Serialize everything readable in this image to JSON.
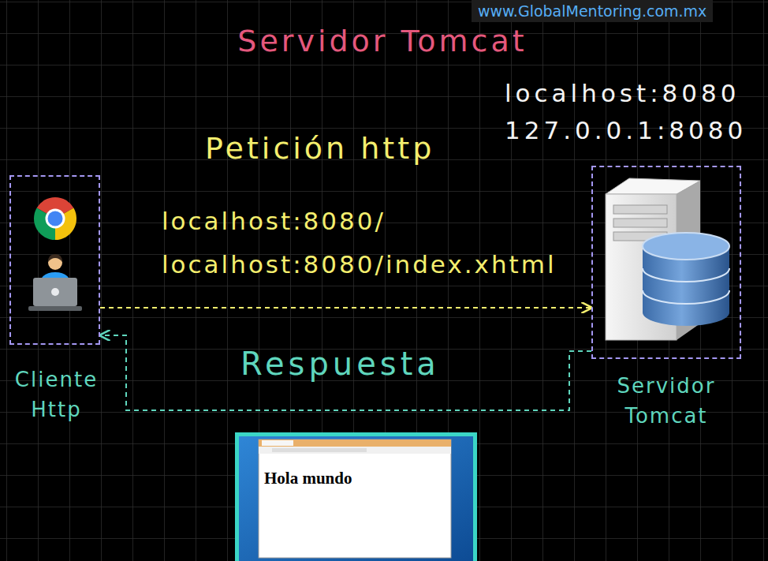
{
  "diagram": {
    "title": "Servidor Tomcat",
    "nodes": [
      {
        "text": [
          "Cliente Http"
        ]
      },
      {
        "text": [
          "Servidor Tomcat"
        ]
      },
      {
        "text": [
          "Hola mundo"
        ]
      }
    ],
    "edges": [
      {
        "from": 0,
        "to": 1,
        "arrow": "to"
      },
      {
        "from": 1,
        "to": 0,
        "arrow": "to"
      }
    ],
    "labels": [
      "www.GlobalMentoring.com.mx",
      "localhost:8080",
      "127.0.0.1:8080",
      "Petición http",
      "localhost:8080/",
      "localhost:8080/index.xhtml",
      "Respuesta"
    ]
  }
}
